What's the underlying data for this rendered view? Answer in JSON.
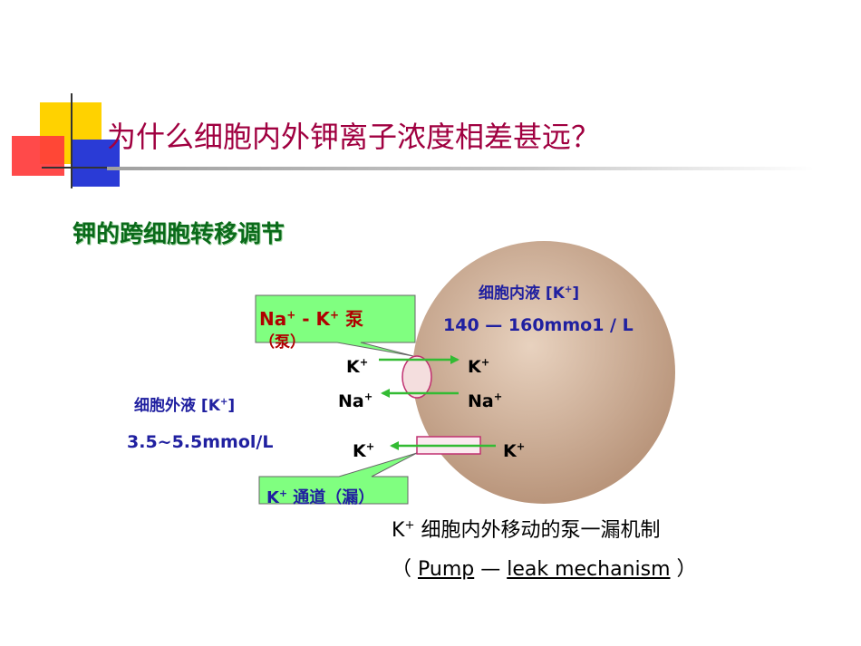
{
  "title": "为什么细胞内外钾离子浓度相差甚远？",
  "subtitle": "钾的跨细胞转移调节",
  "icf": {
    "label": "细胞内液 [K",
    "label_sup": "+",
    "label_end": "]",
    "value": "140 — 160mmo1 / L"
  },
  "ecf": {
    "label": "细胞外液 [K",
    "label_sup": "+",
    "label_end": "]",
    "value": "3.5~5.5mmol/L"
  },
  "pump_callout": {
    "na": "Na",
    "sup1": "+",
    "dash": " - K",
    "sup2": "+",
    "word": " 泵",
    "line2": "（泵）"
  },
  "channel_callout": {
    "k": "K",
    "sup": "+",
    "text": " 通道（漏）"
  },
  "ions": {
    "k": "K",
    "na": "Na",
    "plus": "+"
  },
  "caption": {
    "line1_k": "K",
    "line1_sup": "+",
    "line1_text": " 细胞内外移动的泵一漏机制",
    "open": "（ ",
    "pump": "Pump",
    "dash": " — ",
    "leak": "leak mechanism",
    "close": " ）"
  },
  "colors": {
    "title": "#a00040",
    "subtitle": "#0a6a1a",
    "callout_fill": "#80ff80",
    "arrow": "#33bb33",
    "cell": "#c9a890"
  }
}
